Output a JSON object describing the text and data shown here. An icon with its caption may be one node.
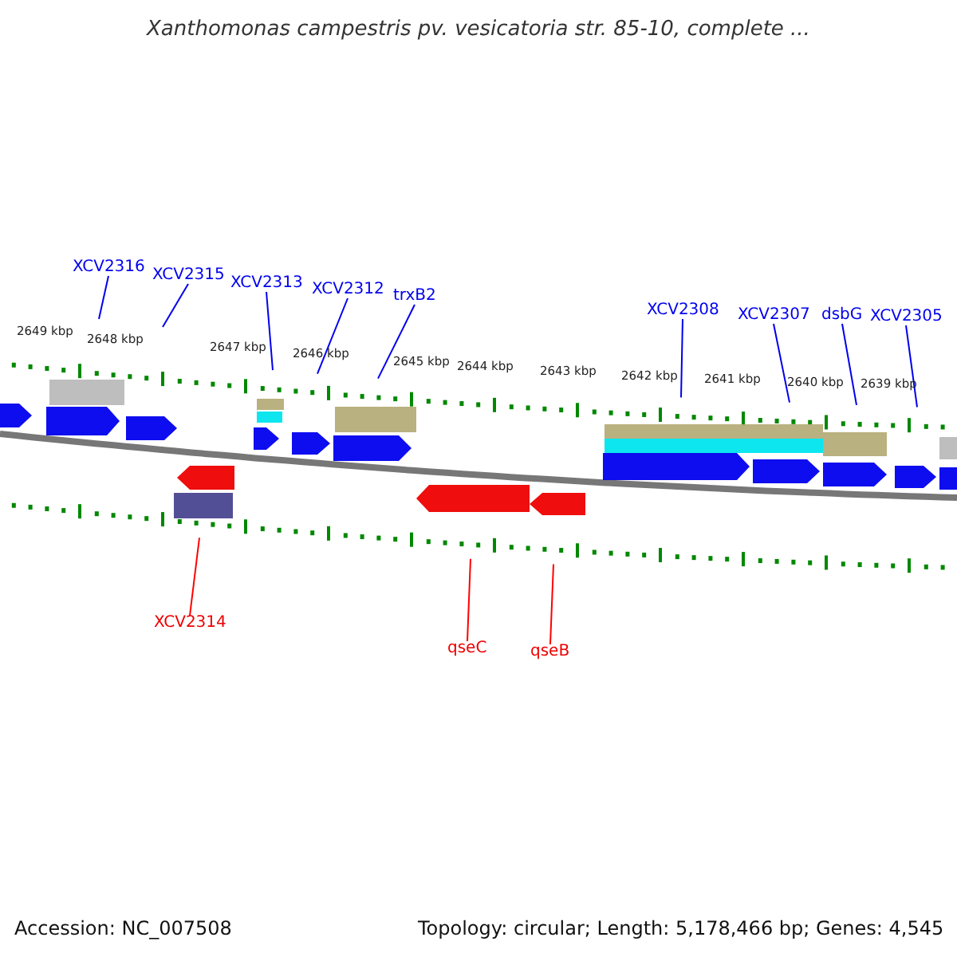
{
  "diagram": {
    "title": "Xanthomonas campestris pv. vesicatoria str. 85-10, complete ...",
    "nodes": [
      {
        "text": [
          "XCV2316"
        ]
      },
      {
        "text": [
          "XCV2315"
        ]
      },
      {
        "text": [
          "XCV2313"
        ]
      },
      {
        "text": [
          "XCV2312"
        ]
      },
      {
        "text": [
          "trxB2"
        ]
      },
      {
        "text": [
          "XCV2308"
        ]
      },
      {
        "text": [
          "XCV2307"
        ]
      },
      {
        "text": [
          "dsbG"
        ]
      },
      {
        "text": [
          "XCV2305"
        ]
      },
      {
        "text": [
          "XCV2314"
        ]
      },
      {
        "text": [
          "qseC"
        ]
      },
      {
        "text": [
          "qseB"
        ]
      }
    ],
    "edges": [
      {
        "from": 0,
        "to": null,
        "arrow": "none"
      },
      {
        "from": 1,
        "to": null,
        "arrow": "none"
      },
      {
        "from": 2,
        "to": null,
        "arrow": "none"
      },
      {
        "from": 3,
        "to": null,
        "arrow": "none"
      },
      {
        "from": 4,
        "to": null,
        "arrow": "none"
      },
      {
        "from": 5,
        "to": null,
        "arrow": "none"
      },
      {
        "from": 6,
        "to": null,
        "arrow": "none"
      },
      {
        "from": 7,
        "to": null,
        "arrow": "none"
      },
      {
        "from": 8,
        "to": null,
        "arrow": "none"
      },
      {
        "from": 9,
        "to": null,
        "arrow": "none",
        "color": "#ff0000"
      },
      {
        "from": 10,
        "to": null,
        "arrow": "none",
        "color": "#ff0000"
      },
      {
        "from": 11,
        "to": null,
        "arrow": "none",
        "color": "#ff0000"
      }
    ],
    "labels": [
      "2649 kbp",
      "2648 kbp",
      "2647 kbp",
      "2646 kbp",
      "2645 kbp",
      "2644 kbp",
      "2643 kbp",
      "2642 kbp",
      "2641 kbp",
      "2640 kbp",
      "2639 kbp",
      "Accession: NC_007508",
      "Topology: circular; Length: 5,178,466 bp; Genes: 4,545"
    ]
  }
}
